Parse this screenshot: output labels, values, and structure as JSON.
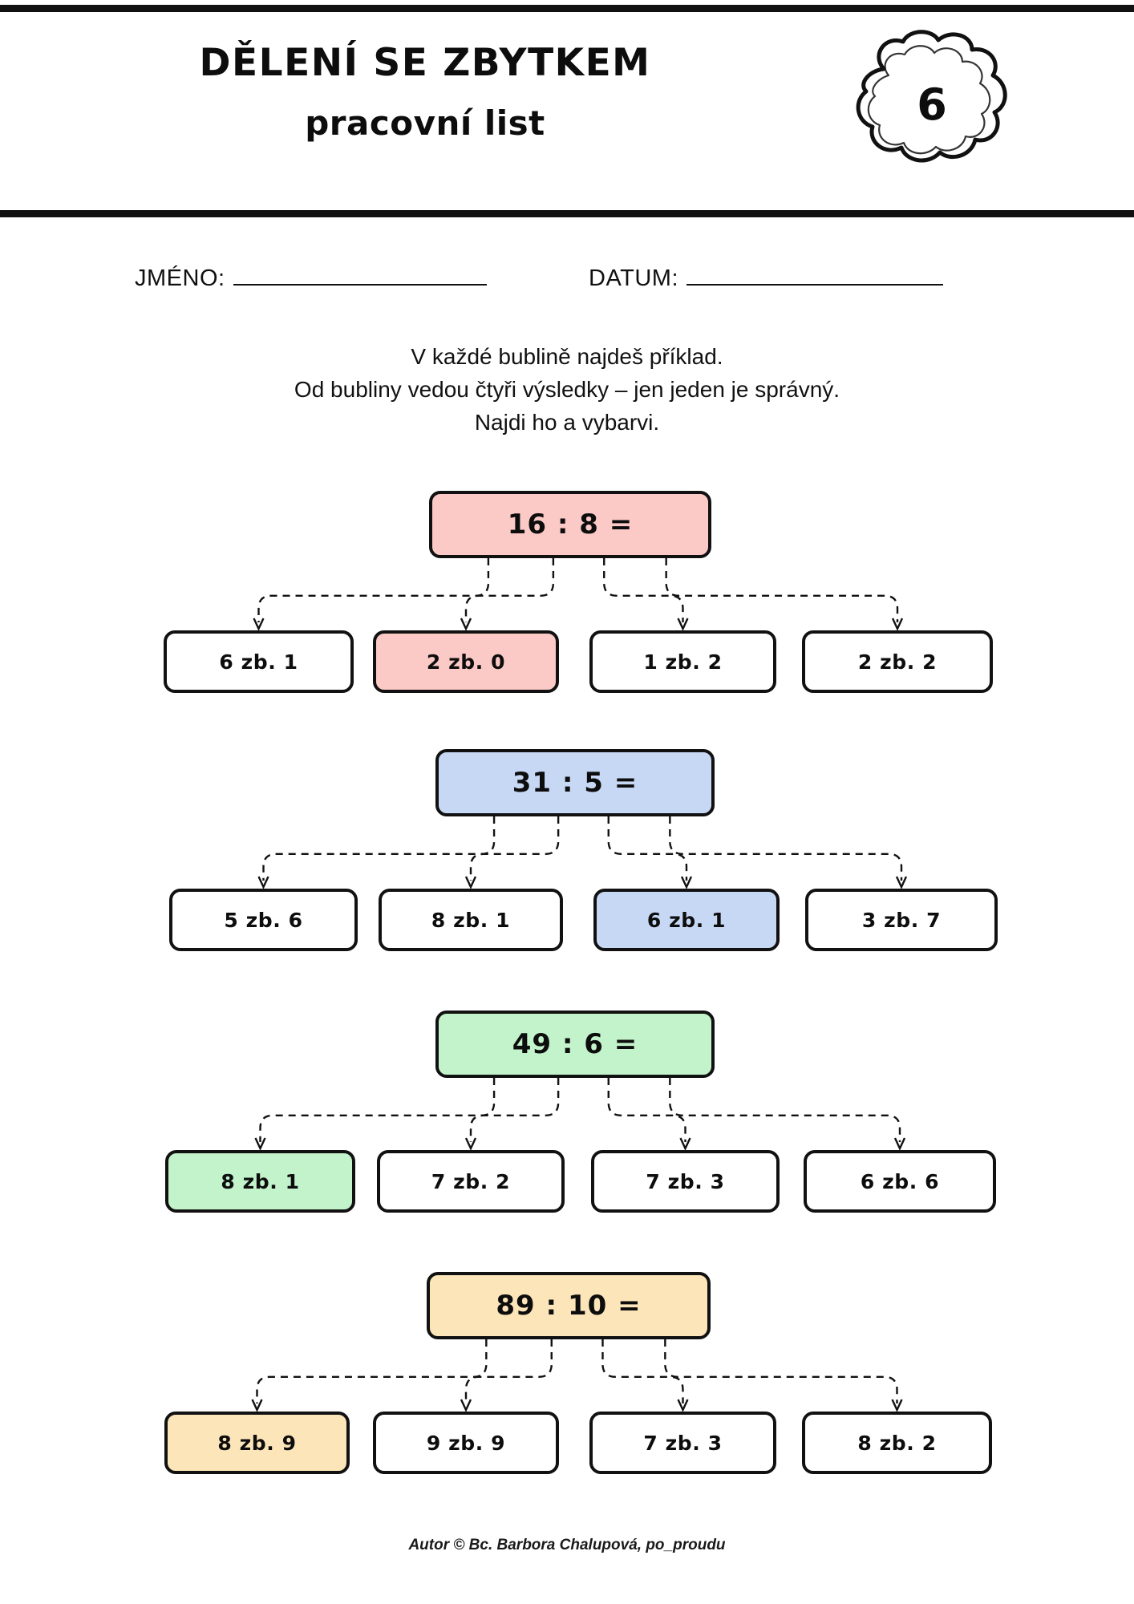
{
  "header": {
    "title_main": "DĚLENÍ SE ZBYTKEM",
    "title_sub": "pracovní list",
    "badge_number": "6"
  },
  "fields": {
    "name_label": "JMÉNO:",
    "date_label": "DATUM:",
    "name_value": "",
    "date_value": ""
  },
  "instructions": {
    "line1": "V každé bublině najdeš příklad.",
    "line2": "Od bubliny vedou čtyři výsledky – jen jeden je správný.",
    "line3": "Najdi ho a vybarvi."
  },
  "colors": {
    "pink": "#FBC9C6",
    "blue": "#C7D8F5",
    "green": "#C2F3CB",
    "orange": "#FCE5B9",
    "outline": "#111111",
    "page_background": "#FFFFFF"
  },
  "problems": [
    {
      "prompt": "16 : 8 =",
      "color": "#FBC9C6",
      "correct_index": 1,
      "answers": [
        {
          "text": "6 zb. 1",
          "highlighted": false
        },
        {
          "text": "2 zb. 0",
          "highlighted": true
        },
        {
          "text": "1 zb. 2",
          "highlighted": false
        },
        {
          "text": "2 zb. 2",
          "highlighted": false
        }
      ]
    },
    {
      "prompt": "31 : 5 =",
      "color": "#C7D8F5",
      "correct_index": 2,
      "answers": [
        {
          "text": "5 zb. 6",
          "highlighted": false
        },
        {
          "text": "8 zb. 1",
          "highlighted": false
        },
        {
          "text": "6 zb. 1",
          "highlighted": true
        },
        {
          "text": "3 zb. 7",
          "highlighted": false
        }
      ]
    },
    {
      "prompt": "49 : 6 =",
      "color": "#C2F3CB",
      "correct_index": 0,
      "answers": [
        {
          "text": "8 zb. 1",
          "highlighted": true
        },
        {
          "text": "7 zb. 2",
          "highlighted": false
        },
        {
          "text": "7 zb. 3",
          "highlighted": false
        },
        {
          "text": "6 zb. 6",
          "highlighted": false
        }
      ]
    },
    {
      "prompt": "89 : 10 =",
      "color": "#FCE5B9",
      "correct_index": 0,
      "answers": [
        {
          "text": "8 zb. 9",
          "highlighted": true
        },
        {
          "text": "9 zb. 9",
          "highlighted": false
        },
        {
          "text": "7 zb. 3",
          "highlighted": false
        },
        {
          "text": "8 zb. 2",
          "highlighted": false
        }
      ]
    }
  ],
  "footer": {
    "credit": "Autor © Bc. Barbora Chalupová, po_proudu"
  }
}
